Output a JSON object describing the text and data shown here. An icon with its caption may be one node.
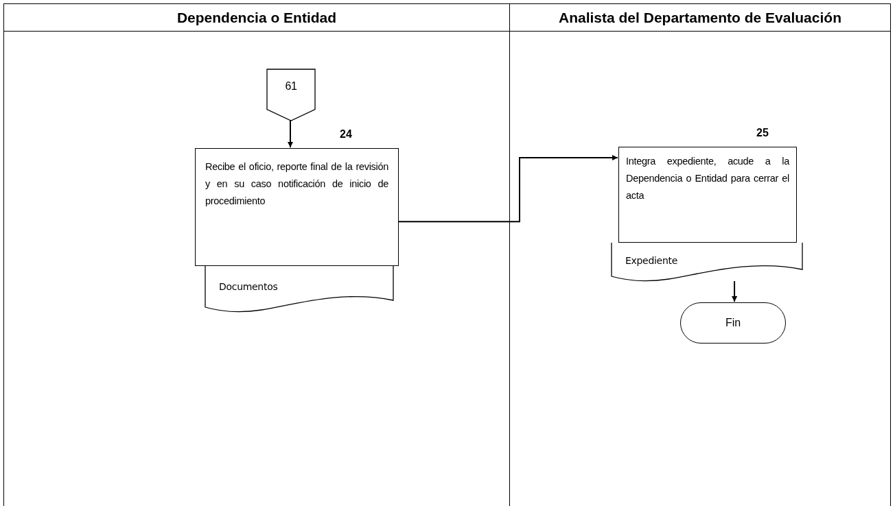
{
  "diagram": {
    "nodes": [
      {
        "text": [
          "Dependencia o Entidad"
        ]
      },
      {
        "text": [
          "Analista del Departamento de Evaluación"
        ]
      },
      {
        "text": [
          "61"
        ],
        "in": 0
      },
      {
        "text": [
          "Recibe el oficio, reporte final de la revisión y en su caso notificación de inicio de procedimiento"
        ],
        "beside": [
          "24"
        ],
        "in": 0
      },
      {
        "text": [
          "Documentos"
        ],
        "in": 0
      },
      {
        "text": [
          "Integra expediente, acude a la Dependencia o Entidad para cerrar el acta"
        ],
        "beside": [
          "25"
        ],
        "in": 1
      },
      {
        "text": [
          "Expediente"
        ],
        "in": 1
      },
      {
        "text": [
          "Fin"
        ],
        "in": 1
      }
    ],
    "edges": [
      {
        "from": 2,
        "to": 3,
        "arrow": "to"
      },
      {
        "from": 3,
        "to": 5,
        "arrow": "to"
      },
      {
        "from": 6,
        "to": 7,
        "arrow": "to"
      }
    ]
  }
}
